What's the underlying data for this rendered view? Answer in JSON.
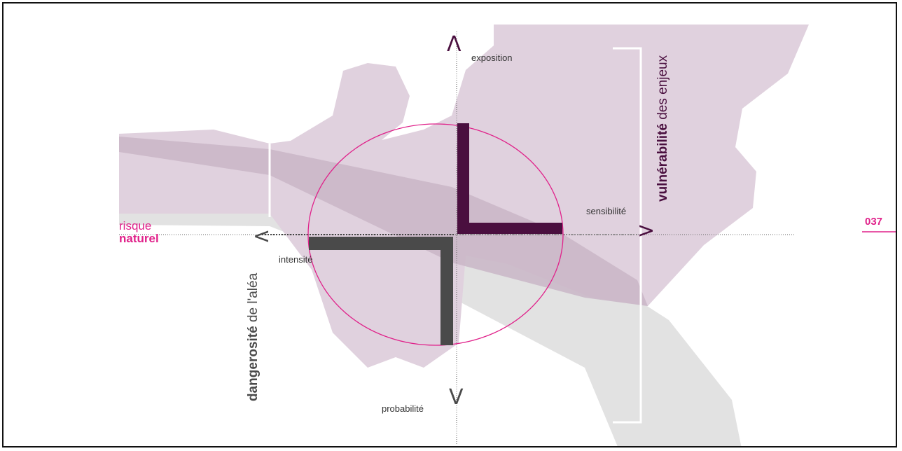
{
  "page_number": "037",
  "title": {
    "line1": "risque",
    "line2": "naturel"
  },
  "axes": {
    "top": "exposition",
    "right": "sensibilité",
    "left": "intensité",
    "bottom": "probabilité"
  },
  "vertical_labels": {
    "right": {
      "bold": "vulnérabilité",
      "normal": " des enjeux"
    },
    "left": {
      "bold": "dangerosité",
      "normal": " de l'aléa"
    }
  },
  "arrow_glyphs": {
    "up": "Λ",
    "down": "V",
    "left": "<",
    "right": ">"
  },
  "colors": {
    "accent": "#e0218a",
    "purple_dark": "#4a0f3f",
    "gray_dark": "#4a4a4a",
    "mauve_fill": "#e0d1de",
    "gray_fill": "#e2e2e2",
    "mauve_band": "#c9b6c7"
  }
}
